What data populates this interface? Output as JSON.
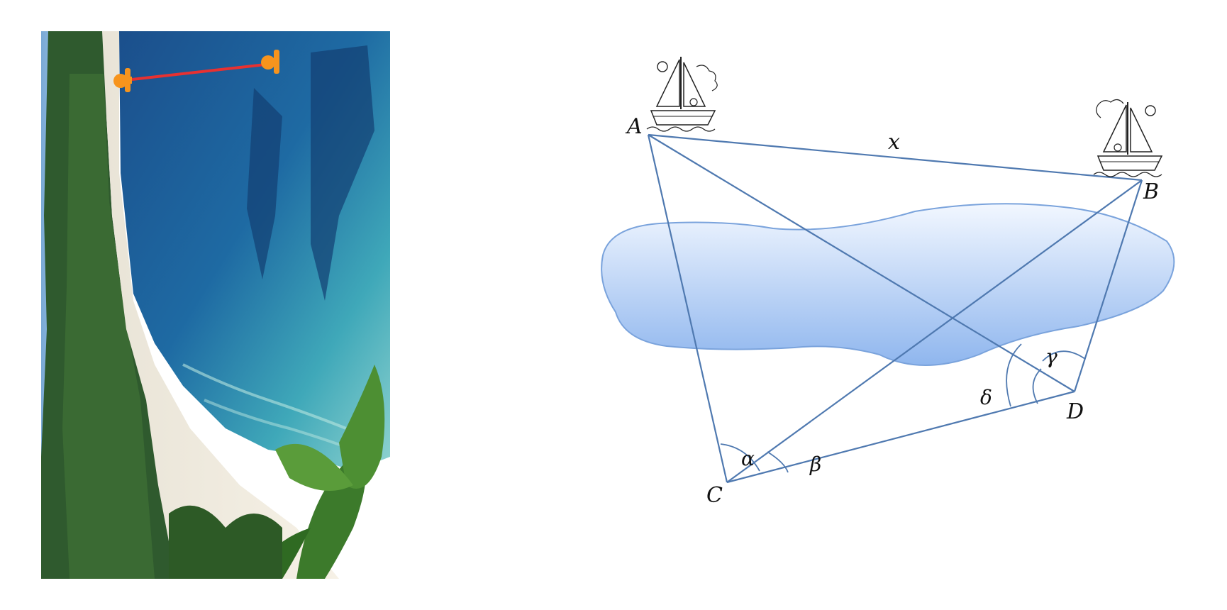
{
  "photo": {
    "icon": "beach-aerial-photo",
    "markers": [
      {
        "name": "left-buoy-icon",
        "color": "#f7941d"
      },
      {
        "name": "right-buoy-icon",
        "color": "#f7941d"
      }
    ],
    "rope_color": "#e83131"
  },
  "diagram": {
    "points": {
      "A": "A",
      "B": "B",
      "C": "C",
      "D": "D"
    },
    "distance_label": "x",
    "angles": {
      "alpha": "α",
      "beta": "β",
      "gamma": "γ",
      "delta": "δ"
    },
    "line_color": "#4f79b0",
    "lake_color": "#8fb6ee",
    "boat_icons": [
      "sailboat-icon-a",
      "sailboat-icon-b"
    ]
  }
}
